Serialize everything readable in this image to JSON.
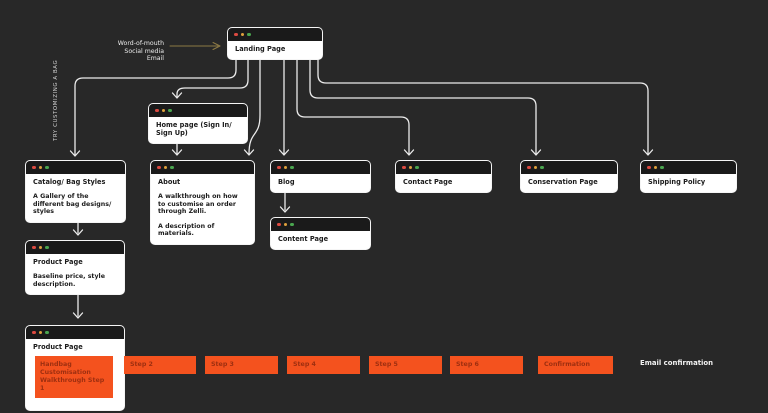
{
  "colors": {
    "background": "#282828",
    "card_header": "#1a1a1a",
    "card_body": "#ffffff",
    "connector": "#ececec",
    "orange": "#f4521e",
    "orange_text": "#9e2f10",
    "gold_arrow": "#8d7a45",
    "dot_red": "#dd4a41",
    "dot_yellow": "#dfa13c",
    "dot_green": "#4aa64f"
  },
  "annotations": {
    "traffic_sources": [
      "Word-of-mouth",
      "Social media",
      "Email"
    ],
    "vertical_label": "TRY CUSTOMIZING A BAG",
    "email_confirmation": "Email confirmation"
  },
  "cards": {
    "landing": {
      "title": "Landing Page"
    },
    "home": {
      "title": "Home page (Sign In/ Sign Up)"
    },
    "catalog": {
      "title": "Catalog/ Bag Styles",
      "body": "A Gallery of the different bag designs/ styles"
    },
    "about": {
      "title": "About",
      "body1": "A walkthrough on how to customise an order through Zelli.",
      "body2": "A description of materials."
    },
    "blog": {
      "title": "Blog"
    },
    "content": {
      "title": "Content Page"
    },
    "contact": {
      "title": "Contact Page"
    },
    "conservation": {
      "title": "Conservation Page"
    },
    "shipping": {
      "title": "Shipping Policy"
    },
    "product_overview": {
      "title": "Product Page",
      "body": "Baseline price, style description."
    },
    "product_customise": {
      "title": "Product Page",
      "step1": "Handbag Customisation Walkthrough Step 1"
    }
  },
  "steps": [
    "Step 2",
    "Step 3",
    "Step 4",
    "Step 5",
    "Step 6",
    "Confirmation"
  ]
}
